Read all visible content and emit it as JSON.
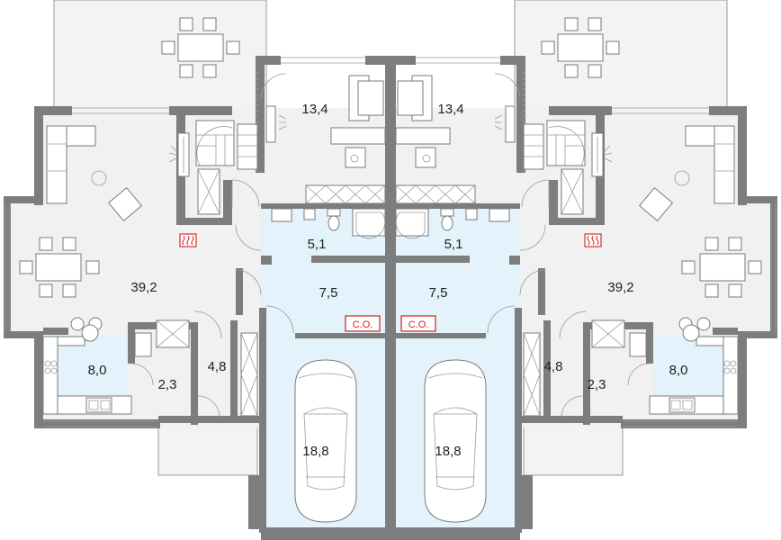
{
  "plan": {
    "units": [
      {
        "side": "left",
        "rooms": {
          "office": "13,4",
          "living": "39,2",
          "bathroom": "5,1",
          "hall": "7,5",
          "kitchen": "8,0",
          "pantry": "2,3",
          "vestibule": "4,8",
          "garage": "18,8"
        },
        "boiler_label": "C.O."
      },
      {
        "side": "right",
        "rooms": {
          "office": "13,4",
          "living": "39,2",
          "bathroom": "5,1",
          "hall": "7,5",
          "kitchen": "8,0",
          "pantry": "2,3",
          "vestibule": "4,8",
          "garage": "18,8"
        },
        "boiler_label": "C.O."
      }
    ],
    "colors": {
      "walls": "#7d7d7d",
      "floor": "#f1f1f1",
      "wet_rooms": "#e3f2fb",
      "boiler_and_heater": "#d0201f"
    },
    "icons": [
      "fireplace-heater-icon",
      "car-icon",
      "staircase-icon",
      "dining-set-icon",
      "sofa-icon",
      "armchair-icon",
      "bathtub-icon",
      "toilet-icon",
      "sink-icon",
      "cooktop-icon",
      "desk-icon"
    ]
  }
}
